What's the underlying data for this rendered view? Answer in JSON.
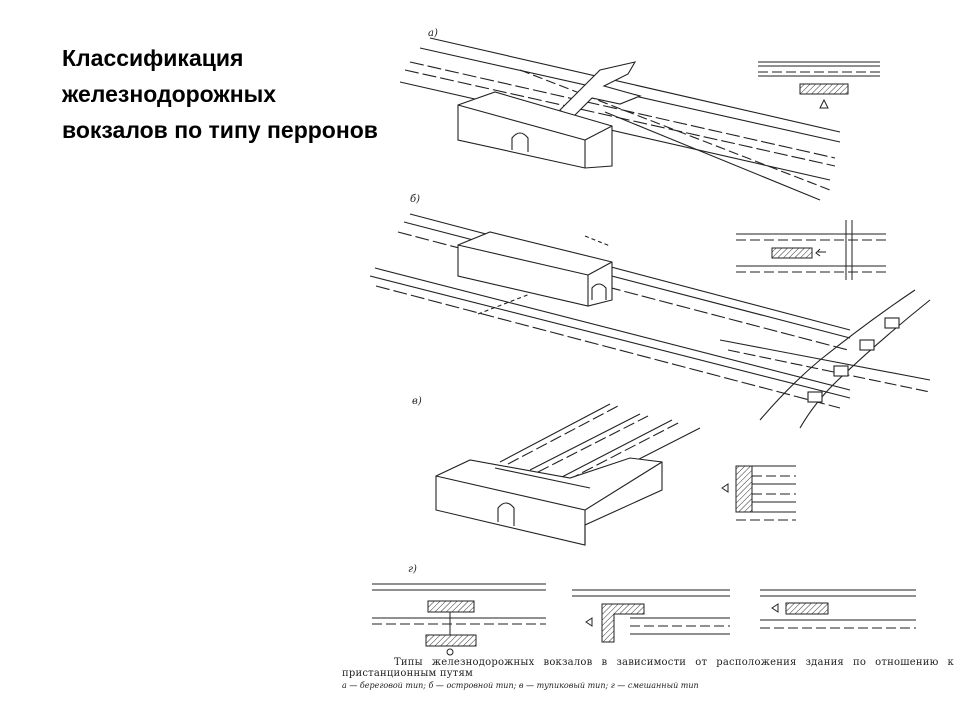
{
  "slide": {
    "title_lines": [
      "Классификация",
      "железнодорожных",
      "вокзалов по типу перронов"
    ]
  },
  "figure": {
    "panel_labels": [
      "а)",
      "б)",
      "в)",
      "г)"
    ],
    "caption": "Типы железнодорожных вокзалов в зависимости от расположения здания по отношению к пристанционным путям",
    "legend": "а — береговой тип; б — островной тип; в — тупиковый тип; г — смешанный тип"
  }
}
